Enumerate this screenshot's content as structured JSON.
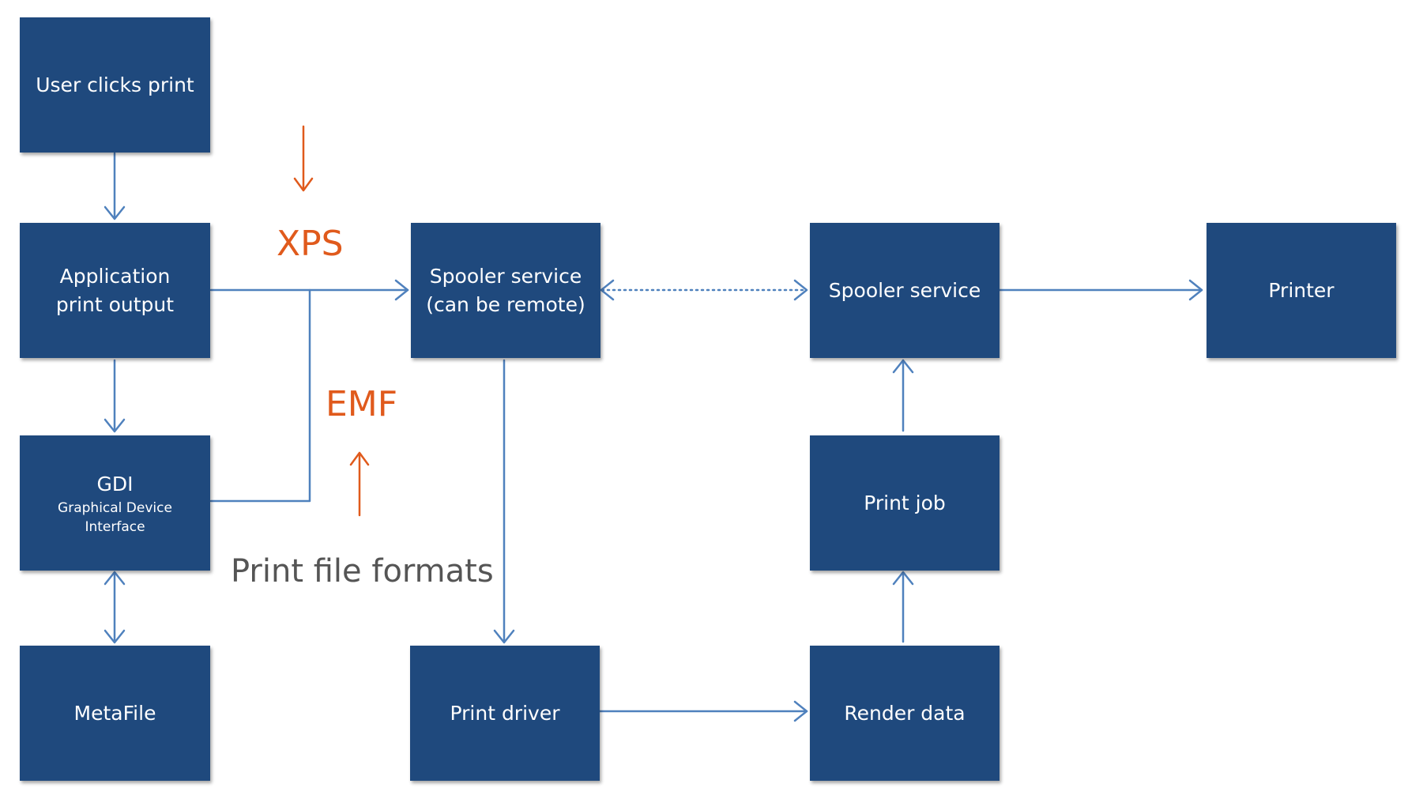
{
  "boxes": {
    "user_clicks": "User clicks print",
    "app_output_line1": "Application",
    "app_output_line2": "print output",
    "gdi_title": "GDI",
    "gdi_sub_line1": "Graphical Device",
    "gdi_sub_line2": "Interface",
    "metafile": "MetaFile",
    "spooler_remote_line1": "Spooler service",
    "spooler_remote_line2": "(can be remote)",
    "print_driver": "Print driver",
    "spooler_service": "Spooler service",
    "print_job": "Print job",
    "render_data": "Render data",
    "printer": "Printer"
  },
  "labels": {
    "xps": "XPS",
    "emf": "EMF",
    "print_file_formats": "Print file formats"
  },
  "colors": {
    "box_fill": "#1f497d",
    "connector": "#4f81bd",
    "format_label": "#e05a1c",
    "caption": "#555555"
  }
}
